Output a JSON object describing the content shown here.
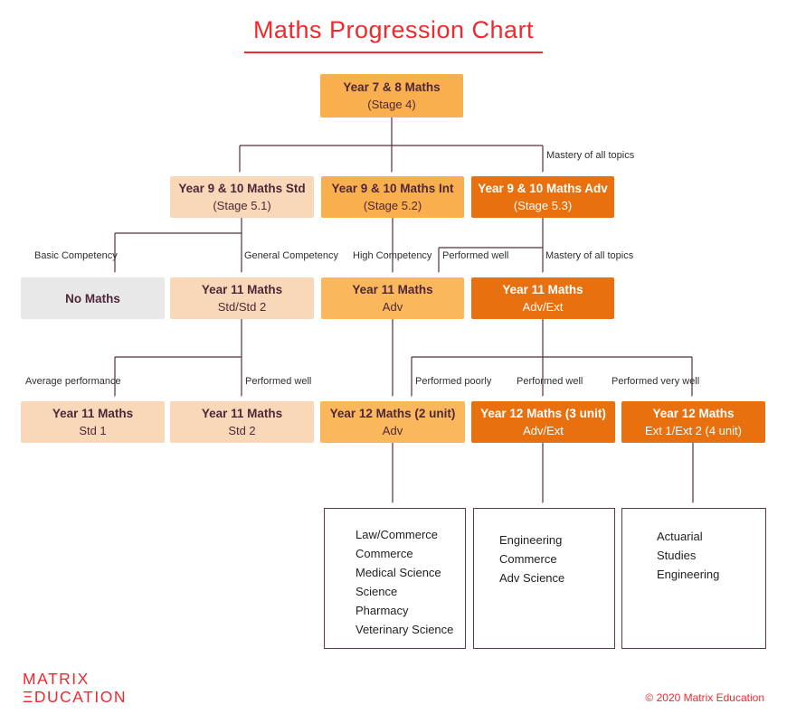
{
  "title": "Maths Progression Chart",
  "colors": {
    "brand_red": "#EE2A2E",
    "peach": "#F8D8B9",
    "orange": "#F9AF4E",
    "dark_orange": "#E8700E",
    "gray": "#E9E8E8",
    "connector": "#53303E",
    "node_text": "#4E2838"
  },
  "nodes": {
    "y78": {
      "line1": "Year 7 & 8  Maths",
      "line2": "(Stage 4)"
    },
    "y910_std": {
      "line1": "Year 9 & 10  Maths Std",
      "line2": "(Stage 5.1)"
    },
    "y910_int": {
      "line1": "Year 9 & 10 Maths Int",
      "line2": "(Stage 5.2)"
    },
    "y910_adv": {
      "line1": "Year 9 & 10 Maths Adv",
      "line2": "(Stage 5.3)"
    },
    "no_maths": {
      "line1": "No Maths",
      "line2": ""
    },
    "y11_std": {
      "line1": "Year 11 Maths",
      "line2": "Std/Std 2"
    },
    "y11_adv": {
      "line1": "Year 11 Maths",
      "line2": "Adv"
    },
    "y11_advext": {
      "line1": "Year 11 Maths",
      "line2": "Adv/Ext"
    },
    "y11_std1": {
      "line1": "Year 11 Maths",
      "line2": "Std 1"
    },
    "y11_std2": {
      "line1": "Year 11 Maths",
      "line2": "Std 2"
    },
    "y12_2u": {
      "line1": "Year 12 Maths (2 unit)",
      "line2": "Adv"
    },
    "y12_3u": {
      "line1": "Year 12 Maths (3 unit)",
      "line2": "Adv/Ext"
    },
    "y12_4u": {
      "line1": "Year 12 Maths",
      "line2": "Ext 1/Ext 2 (4 unit)"
    }
  },
  "edge_labels": {
    "mastery_top": "Mastery of all topics",
    "basic": "Basic Competency",
    "general": "General Competency",
    "high": "High Competency",
    "performed_well_1": "Performed well",
    "mastery_2": "Mastery of all topics",
    "average": "Average performance",
    "performed_well_2": "Performed well",
    "performed_poorly": "Performed poorly",
    "performed_well_3": "Performed well",
    "performed_very_well": "Performed very well"
  },
  "outcomes": {
    "box1": [
      "Law/Commerce",
      "Commerce",
      "Medical Science",
      "Science",
      "Pharmacy",
      "Veterinary Science"
    ],
    "box2": [
      "Engineering",
      "Commerce",
      "Adv Science"
    ],
    "box3": [
      "Actuarial",
      "Studies",
      "Engineering"
    ]
  },
  "footer": {
    "logo_line1": "MATRIX",
    "logo_line2": "ΞDUCATION",
    "copyright": "© 2020 Matrix Education"
  }
}
